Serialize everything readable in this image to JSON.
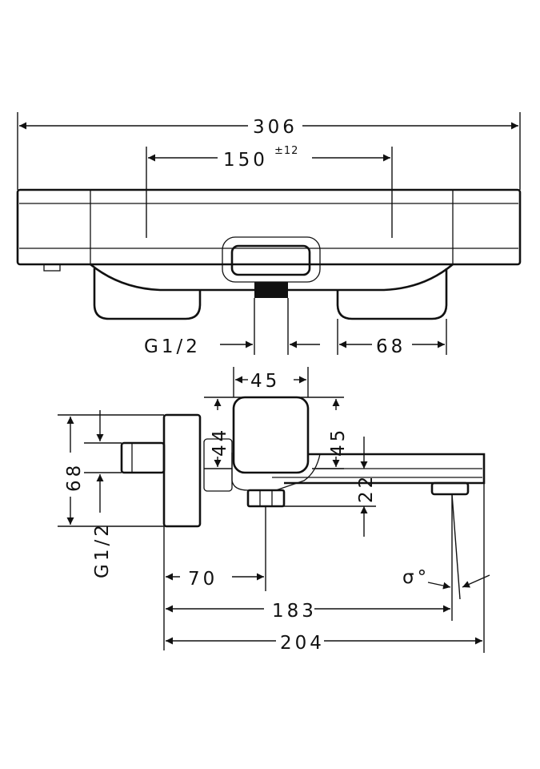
{
  "front_view": {
    "overall_width": "306",
    "center_distance": "150",
    "center_tolerance": "±12",
    "inlet_thread": "G1/2",
    "handle_width": "68"
  },
  "side_view": {
    "knob_width": "45",
    "dim_44": "44",
    "dim_45": "45",
    "spout_height": "22",
    "depth_68": "68",
    "inlet_thread": "G1/2",
    "outlet_offset": "70",
    "spout_reach": "183",
    "overall_depth": "204",
    "angle": "σ°"
  }
}
